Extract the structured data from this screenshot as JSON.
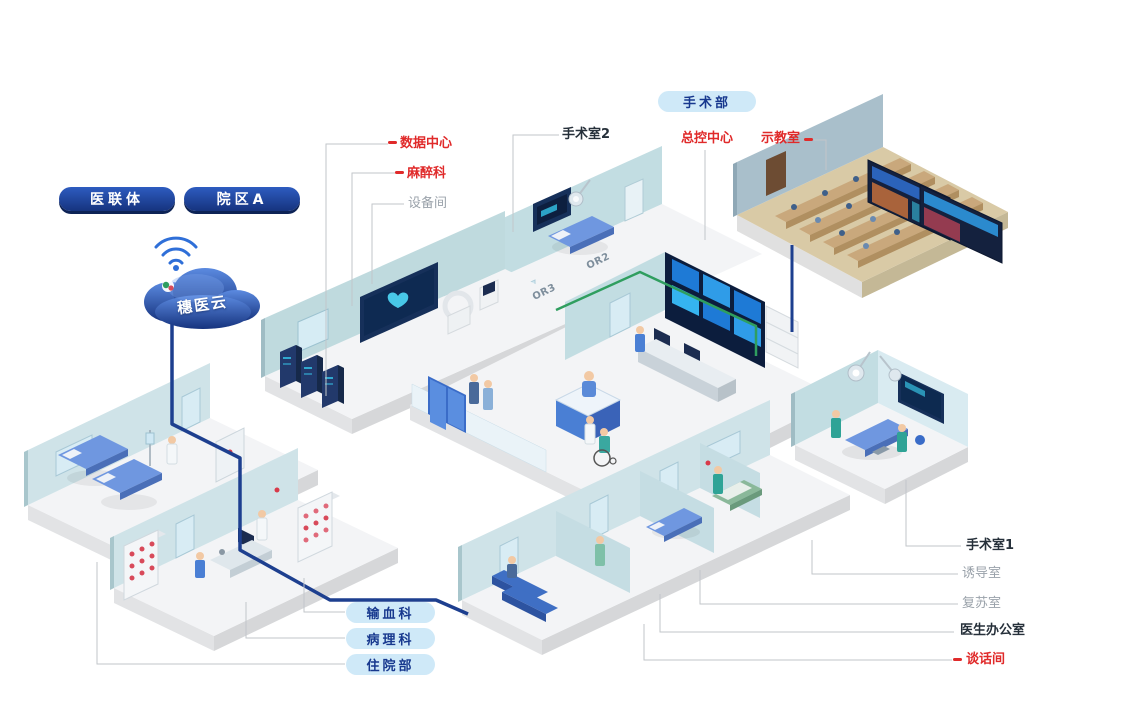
{
  "badges": {
    "alliance": "医联体",
    "campus": "院区A"
  },
  "cloud": {
    "name": "穗医云"
  },
  "pills": {
    "surgery_dept": "手术部",
    "blood": "输血科",
    "pathology": "病理科",
    "inpatient": "住院部"
  },
  "labels": {
    "or_room2": "手术室2",
    "data_center": "数据中心",
    "anesthesiology": "麻醉科",
    "equipment_room": "设备间",
    "master_control": "总控中心",
    "demo_room": "示教室",
    "or_room1": "手术室1",
    "induction_room": "诱导室",
    "recovery_room": "复苏室",
    "doctor_office": "医生办公室",
    "talk_room": "谈话间"
  },
  "room_tags": {
    "or2": "OR2",
    "or3": "OR3"
  },
  "colors": {
    "accent_red": "#e02a2a",
    "deep_blue": "#1d3f8f",
    "light_blue_pill": "#cfe9f8",
    "green_link": "#2f9e5f",
    "wall_teal": "#c2dde2"
  }
}
